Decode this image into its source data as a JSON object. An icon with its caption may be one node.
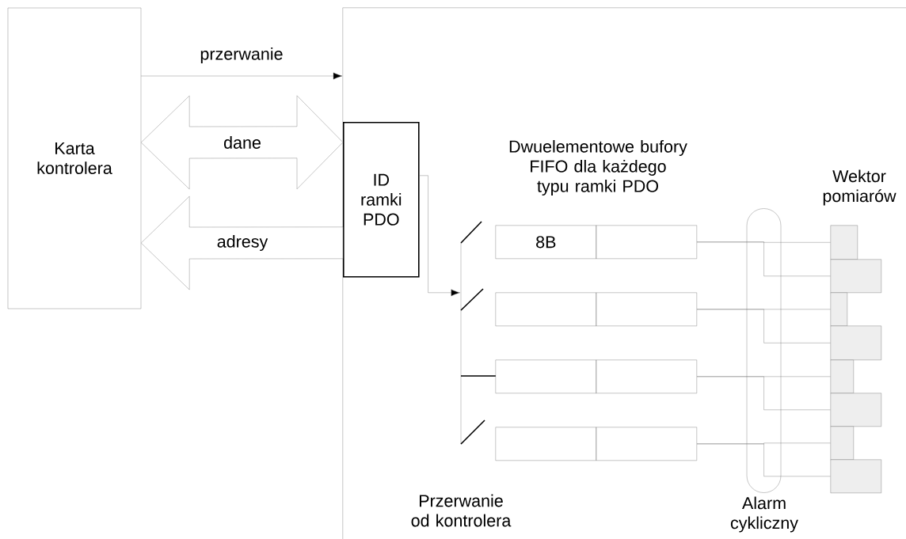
{
  "diagram": {
    "nodes": [
      {
        "text": [
          "Karta kontrolera"
        ]
      },
      {
        "text": [],
        "shape": "box"
      },
      {
        "text": [
          "ID ramki PDO"
        ],
        "in": 1
      },
      {
        "text": [],
        "shape": "switch",
        "in": 1,
        "beside": [
          "Przerwanie od kontrolera"
        ]
      },
      {
        "text": [
          "8B"
        ],
        "in": 1
      },
      {
        "text": [],
        "shape": "box",
        "in": 1
      },
      {
        "text": [],
        "shape": "box",
        "in": 1
      },
      {
        "text": [],
        "shape": "box",
        "in": 1
      },
      {
        "text": [],
        "shape": "box",
        "in": 1
      },
      {
        "text": [],
        "shape": "box",
        "in": 1
      },
      {
        "text": [],
        "shape": "box",
        "in": 1
      },
      {
        "text": [],
        "shape": "box",
        "in": 1
      },
      {
        "text": [],
        "shape": "box",
        "in": 1
      },
      {
        "text": [],
        "shape": "box",
        "in": 1
      },
      {
        "text": [],
        "shape": "box",
        "in": 1
      },
      {
        "text": [],
        "shape": "box",
        "in": 1
      },
      {
        "text": [],
        "shape": "box",
        "in": 1
      },
      {
        "text": [],
        "shape": "box",
        "in": 1
      },
      {
        "text": [],
        "shape": "box",
        "in": 1
      },
      {
        "text": [],
        "shape": "box",
        "in": 1
      }
    ],
    "edges": [
      {
        "from": 0,
        "to": 1,
        "arrow": "to",
        "label": "przerwanie"
      },
      {
        "from": 0,
        "to": 2,
        "arrow": "both",
        "label": "dane",
        "style": "thick"
      },
      {
        "from": 2,
        "to": 0,
        "arrow": "to",
        "label": "adresy",
        "style": "thick"
      },
      {
        "from": 2,
        "to": 3,
        "arrow": "to"
      },
      {
        "from": 5,
        "to": 12,
        "arrow": "none"
      },
      {
        "from": 5,
        "to": 13,
        "arrow": "none"
      },
      {
        "from": 7,
        "to": 14,
        "arrow": "none"
      },
      {
        "from": 7,
        "to": 15,
        "arrow": "none"
      },
      {
        "from": 9,
        "to": 16,
        "arrow": "none"
      },
      {
        "from": 9,
        "to": 17,
        "arrow": "none"
      },
      {
        "from": 11,
        "to": 18,
        "arrow": "none"
      },
      {
        "from": 11,
        "to": 19,
        "arrow": "none"
      }
    ],
    "labels": [
      "Dwuelementowe bufory FIFO dla każdego typu ramki PDO",
      "Wektor pomiarów",
      "Alarm cykliczny"
    ]
  }
}
